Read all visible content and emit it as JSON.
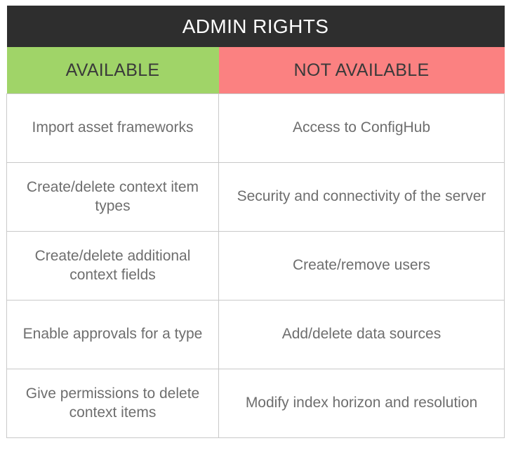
{
  "document": {
    "title": "ADMIN RIGHTS",
    "type": "comparison-table"
  },
  "colors": {
    "title_background": "#2e2e2e",
    "title_text": "#ffffff",
    "available_background": "#a0d468",
    "not_available_background": "#fb8181",
    "header_text": "#3a3a3a",
    "body_text": "#6e6e6e",
    "border": "#c9c9c9",
    "page_background": "#ffffff"
  },
  "table": {
    "columns": [
      {
        "key": "available",
        "label": "AVAILABLE"
      },
      {
        "key": "not_available",
        "label": "NOT AVAILABLE"
      }
    ],
    "rows": [
      {
        "available": "Import asset frameworks",
        "not_available": "Access to ConfigHub"
      },
      {
        "available": "Create/delete context item types",
        "not_available": "Security and connectivity of the server"
      },
      {
        "available": "Create/delete additional context fields",
        "not_available": "Create/remove users"
      },
      {
        "available": "Enable approvals for a type",
        "not_available": "Add/delete data sources"
      },
      {
        "available": "Give permissions to delete context items",
        "not_available": "Modify index horizon and resolution"
      }
    ]
  }
}
